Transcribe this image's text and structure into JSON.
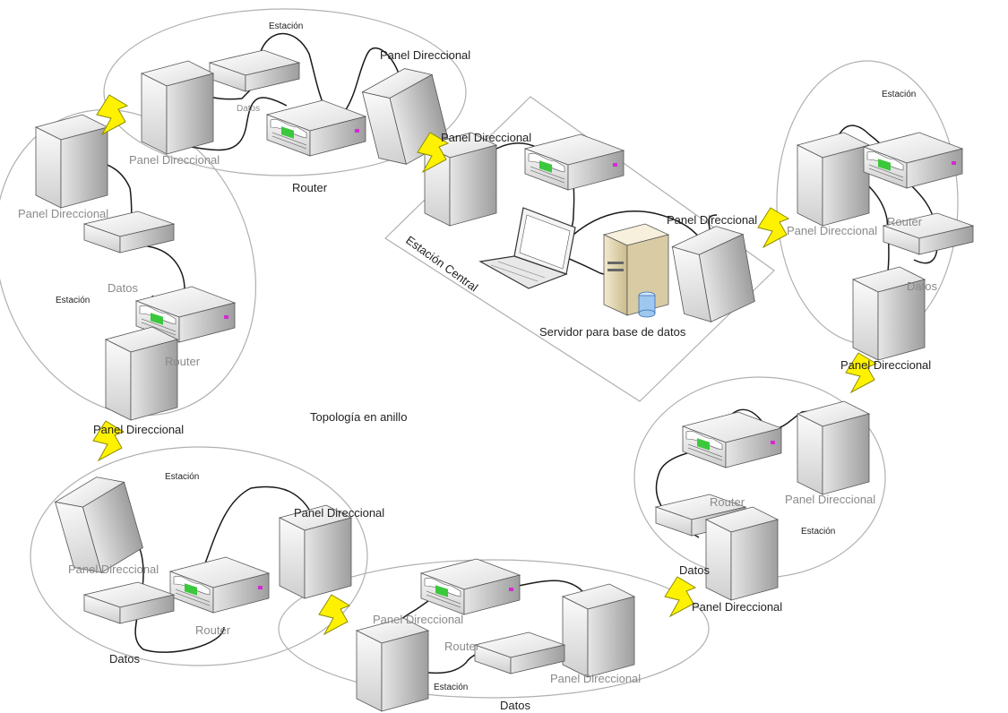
{
  "diagram": {
    "title": "Topología en anillo",
    "central": {
      "name": "Estación Central",
      "server_label": "Servidor para base de datos",
      "panel_label_1": "Panel Direccional",
      "panel_label_2": "Panel Direccional"
    },
    "labels": {
      "top_station": "Estación",
      "top_datos": "Datos",
      "top_router": "Router",
      "top_panel_a": "Panel Direccional",
      "top_panel_b": "Panel Direccional",
      "left_panel_top": "Panel Direccional",
      "left_datos": "Datos",
      "left_station": "Estación",
      "left_router": "Router",
      "left_panel_bottom": "Panel Direccional",
      "right_station": "Estación",
      "right_panel_left": "Panel Direccional",
      "right_router": "Router",
      "right_datos": "Datos",
      "right_panel_bottom": "Panel Direccional",
      "midright_router": "Router",
      "midright_panel": "Panel Direccional",
      "midright_station": "Estación",
      "midright_datos": "Datos",
      "midright_panel_bottom": "Panel Direccional",
      "botleft_station": "Estación",
      "botleft_panel_left": "Panel Direccional",
      "botleft_panel_right": "Panel Direccional",
      "botleft_router": "Router",
      "botleft_datos": "Datos",
      "bottom_panel_left": "Panel Direccional",
      "bottom_router": "Router",
      "bottom_station": "Estación",
      "bottom_datos": "Datos",
      "bottom_panel_right": "Panel Direccional"
    },
    "colors": {
      "device_light": "#f2f2f2",
      "device_mid": "#d9d9d9",
      "device_dark": "#a8a8a8",
      "router_green": "#3cc83c",
      "router_magenta": "#d22bd2",
      "bolt_fill": "#fff200",
      "bolt_stroke": "#8c8c00",
      "ring_stroke": "#b0b0b0"
    }
  }
}
